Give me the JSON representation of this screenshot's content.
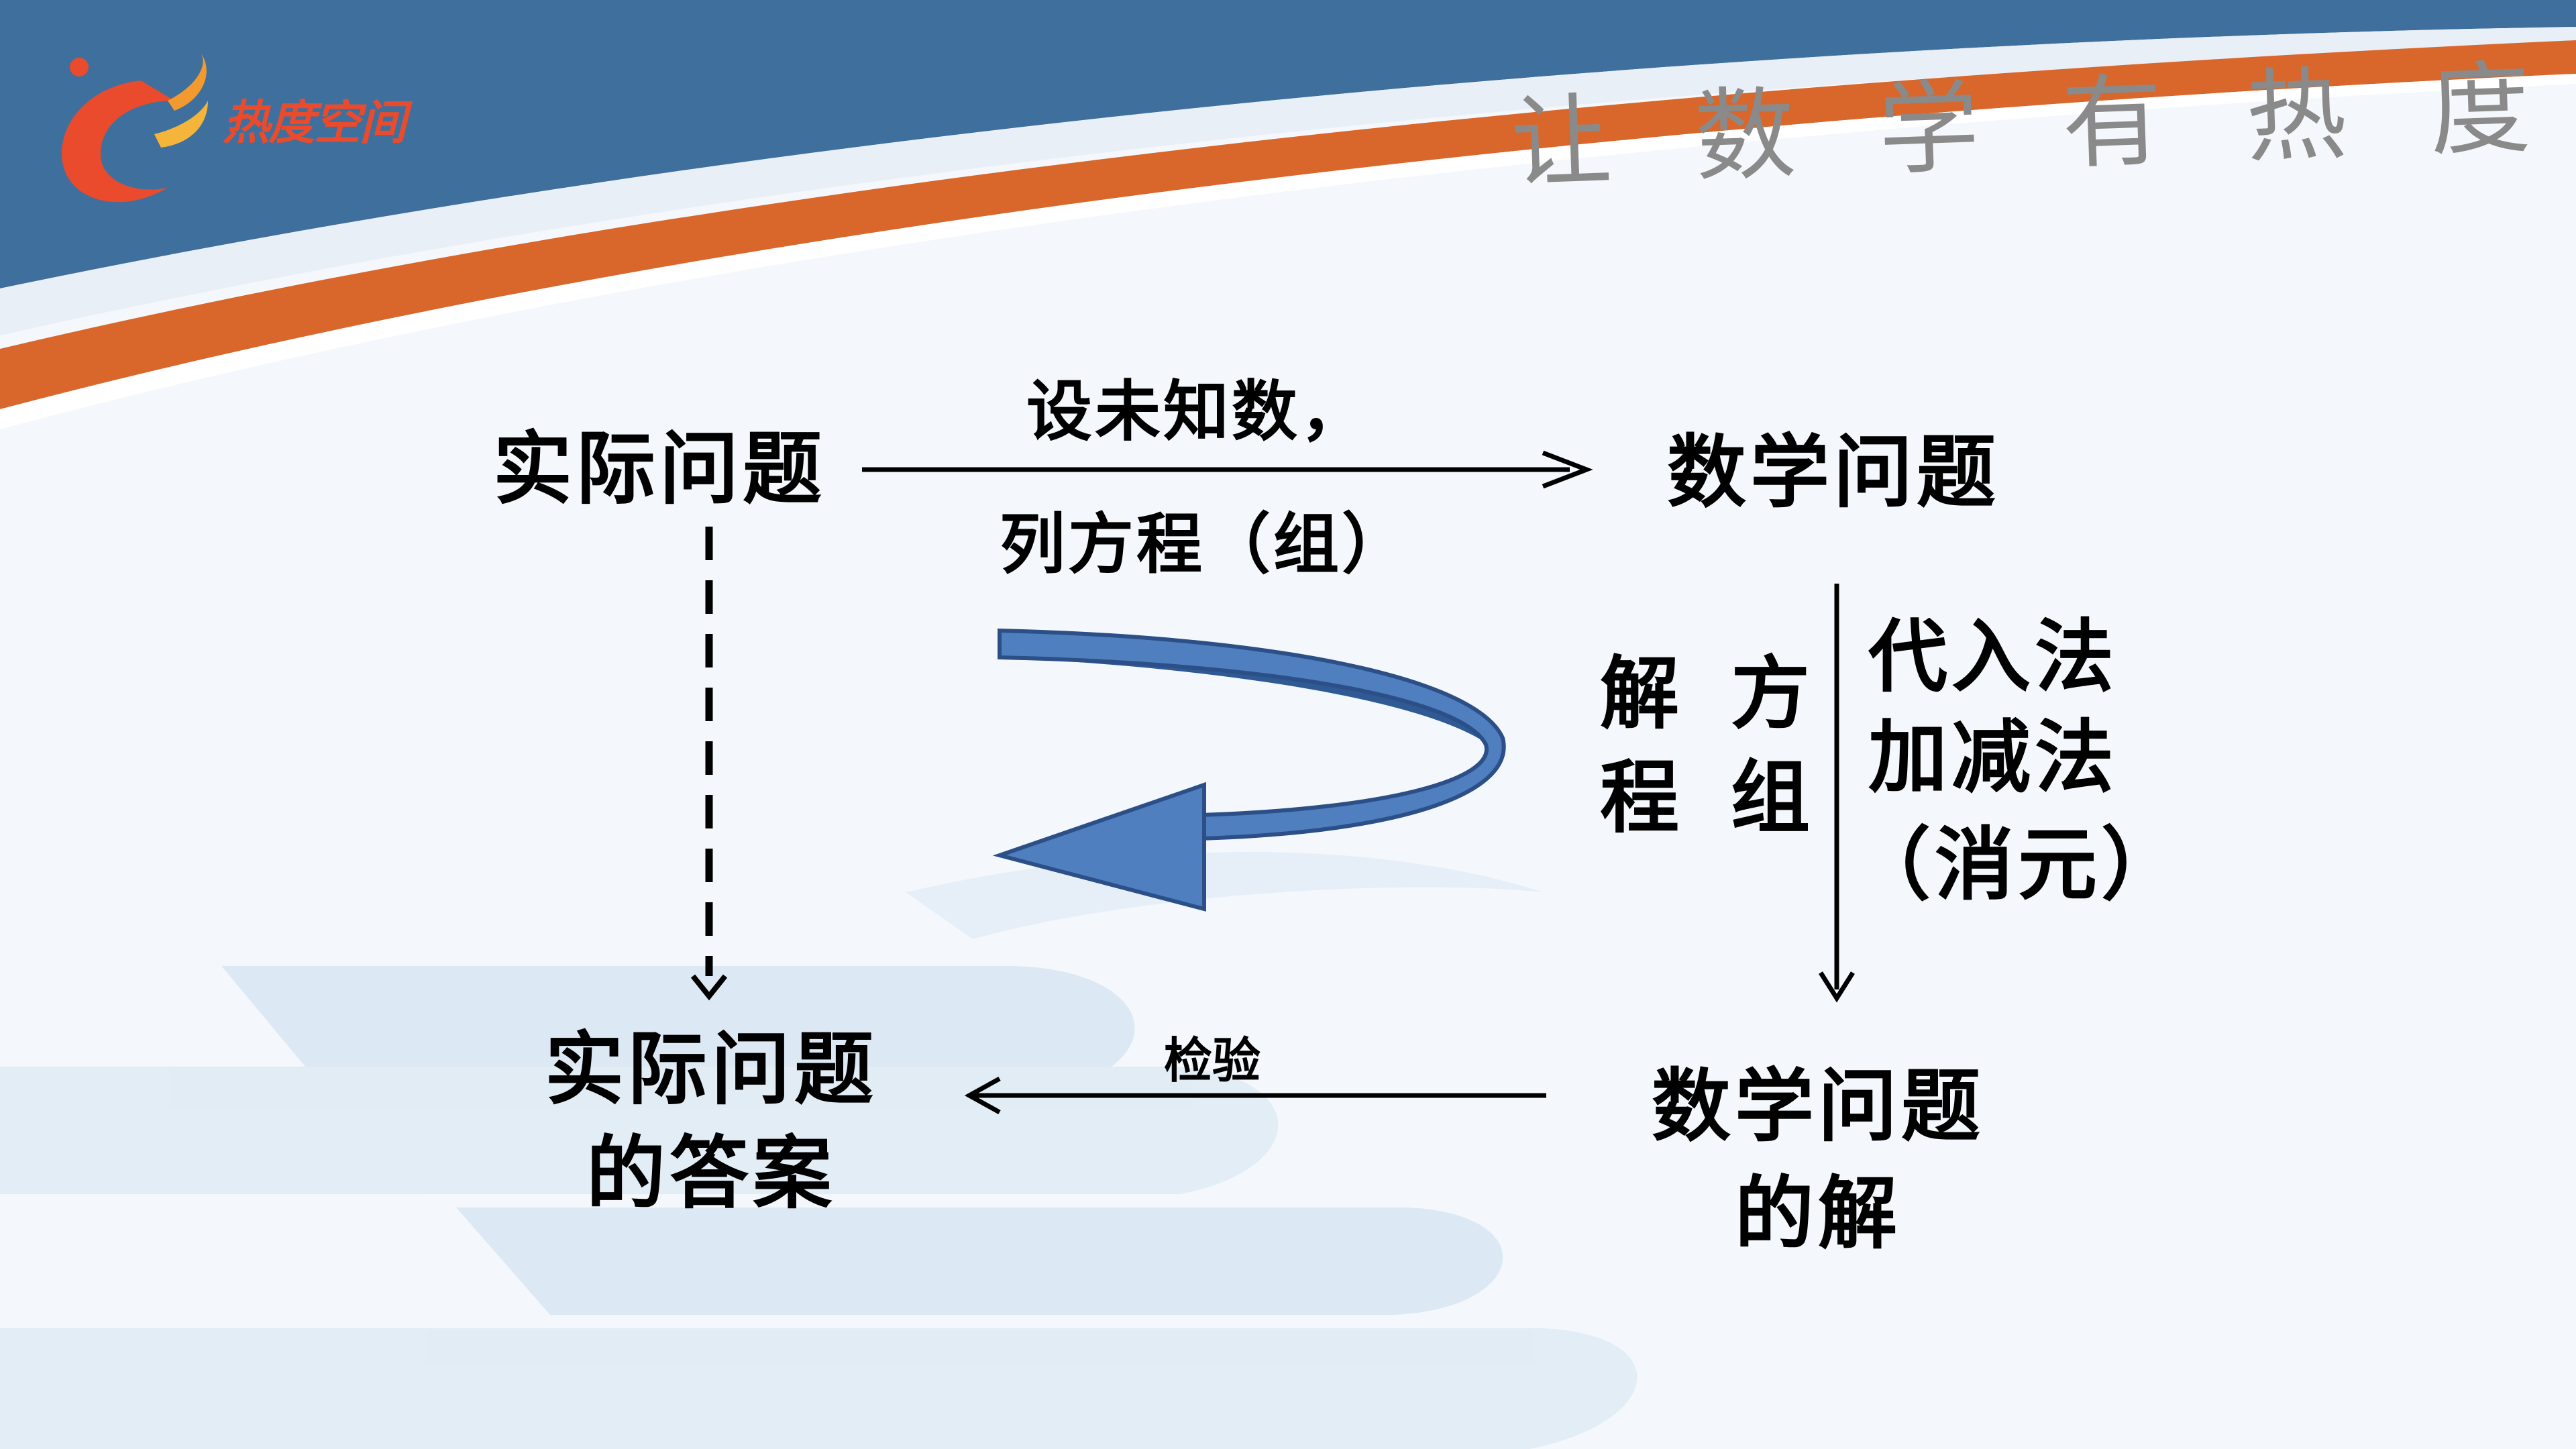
{
  "brand": {
    "logo_text": "热度空间",
    "slogan": "让数学有热度"
  },
  "diagram": {
    "top_left_node": "实际问题",
    "top_right_node": "数学问题",
    "top_arrow_label_line1": "设未知数，",
    "top_arrow_label_line2": "列方程（组）",
    "right_label_col1_line1": "解",
    "right_label_col1_line2": "程",
    "right_label_col2_line1": "方",
    "right_label_col2_line2": "组",
    "methods": [
      "代入法",
      "加减法",
      "（消元）"
    ],
    "bottom_right_node_line1": "数学问题",
    "bottom_right_node_line2": "的解",
    "bottom_arrow_label": "检验",
    "bottom_left_node_line1": "实际问题",
    "bottom_left_node_line2": "的答案"
  },
  "colors": {
    "header_blue": "#3f6f9c",
    "accent_orange": "#d9662a",
    "curved_arrow_fill": "#4f7fbf",
    "curved_arrow_stroke": "#2b4f86"
  }
}
